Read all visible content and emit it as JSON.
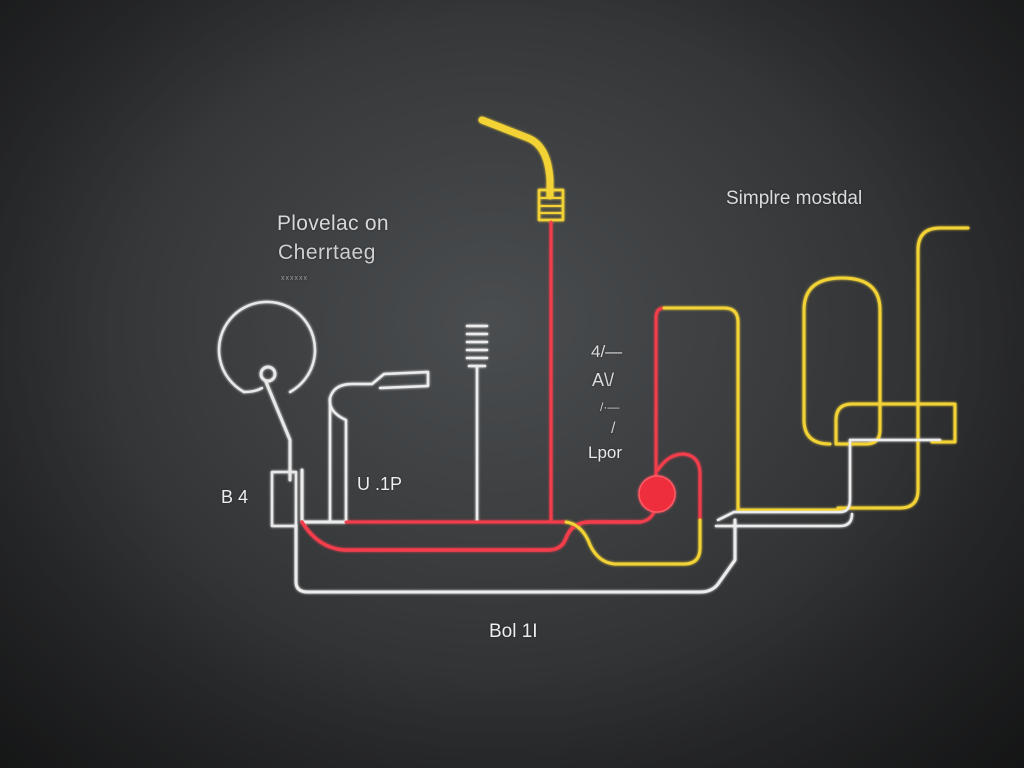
{
  "labels": {
    "left_title_line1": "Plovelac on",
    "left_title_line2": "Cherrtaeg",
    "left_title_small": "xxxxxx",
    "right_title": "Simplre mostdal",
    "b4": "B 4",
    "u1p": "U .1P",
    "bol": "Bol 1I",
    "a4": "4/—",
    "av": "A\\/",
    "mu": "/·—",
    "slash": "/",
    "lpor": "Lpor"
  },
  "colors": {
    "background": "#2e3032",
    "wire_white": "#ececec",
    "wire_red": "#f23c4c",
    "wire_yellow": "#f2d234"
  },
  "icons": [
    "gauge-circle-icon",
    "probe-icon",
    "antenna-icon",
    "connector-plug-icon",
    "red-node-icon"
  ]
}
